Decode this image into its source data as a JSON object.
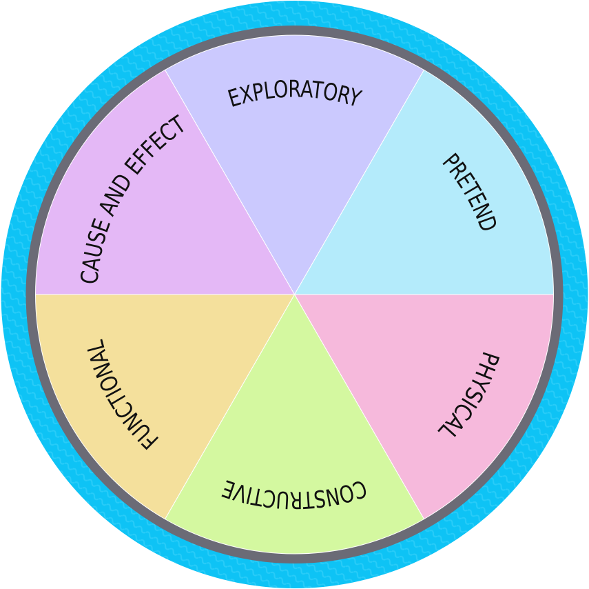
{
  "diagram": {
    "colors": {
      "outer_ring": "#0ec3f5",
      "outer_ring_pattern": "#3fd3fb",
      "inner_border": "#6b6b76",
      "divider": "#ffffff",
      "text": "#111111"
    },
    "segments": [
      {
        "label": "EXPLORATORY",
        "color": "#cbc9fe",
        "arc": "top"
      },
      {
        "label": "PRETEND",
        "color": "#b4ebfb",
        "arc": "top"
      },
      {
        "label": "PHYSICAL",
        "color": "#f6b9dc",
        "arc": "top"
      },
      {
        "label": "CONSTRUCTIVE",
        "color": "#d4f8a0",
        "arc": "top"
      },
      {
        "label": "FUNCTIONAL",
        "color": "#f4e09c",
        "arc": "top"
      },
      {
        "label": "CAUSE AND EFFECT",
        "color": "#e4b8f6",
        "arc": "top"
      }
    ]
  }
}
